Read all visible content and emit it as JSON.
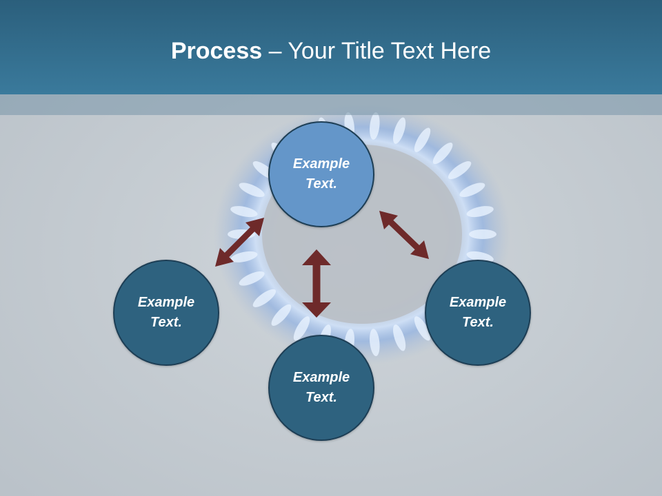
{
  "slide": {
    "title_bold": "Process",
    "title_rest": " – Your Title Text Here"
  },
  "nodes": {
    "top": {
      "line1": "Example",
      "line2": "Text."
    },
    "left": {
      "line1": "Example",
      "line2": "Text."
    },
    "right": {
      "line1": "Example",
      "line2": "Text."
    },
    "bottom": {
      "line1": "Example",
      "line2": "Text."
    }
  },
  "colors": {
    "header": "#2b5f7c",
    "node_primary": "#6496c9",
    "node_secondary": "#2e627f",
    "arrow": "#6e2a2a"
  }
}
